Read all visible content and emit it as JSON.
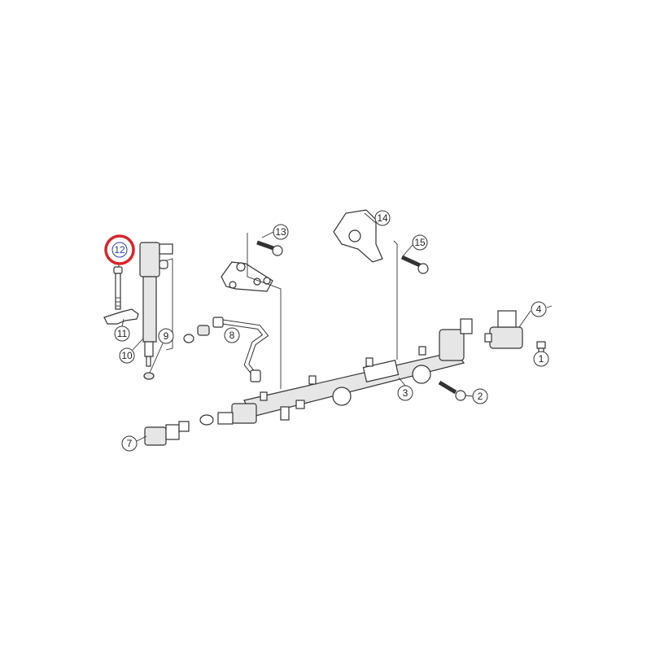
{
  "diagram": {
    "callouts": [
      "1",
      "2",
      "3",
      "4",
      "7",
      "8",
      "9",
      "10",
      "11",
      "12",
      "13",
      "14",
      "15"
    ],
    "highlighted_callout": "12",
    "highlight_color": "#d8262b",
    "highlight_text_color": "#2a3fb0"
  }
}
